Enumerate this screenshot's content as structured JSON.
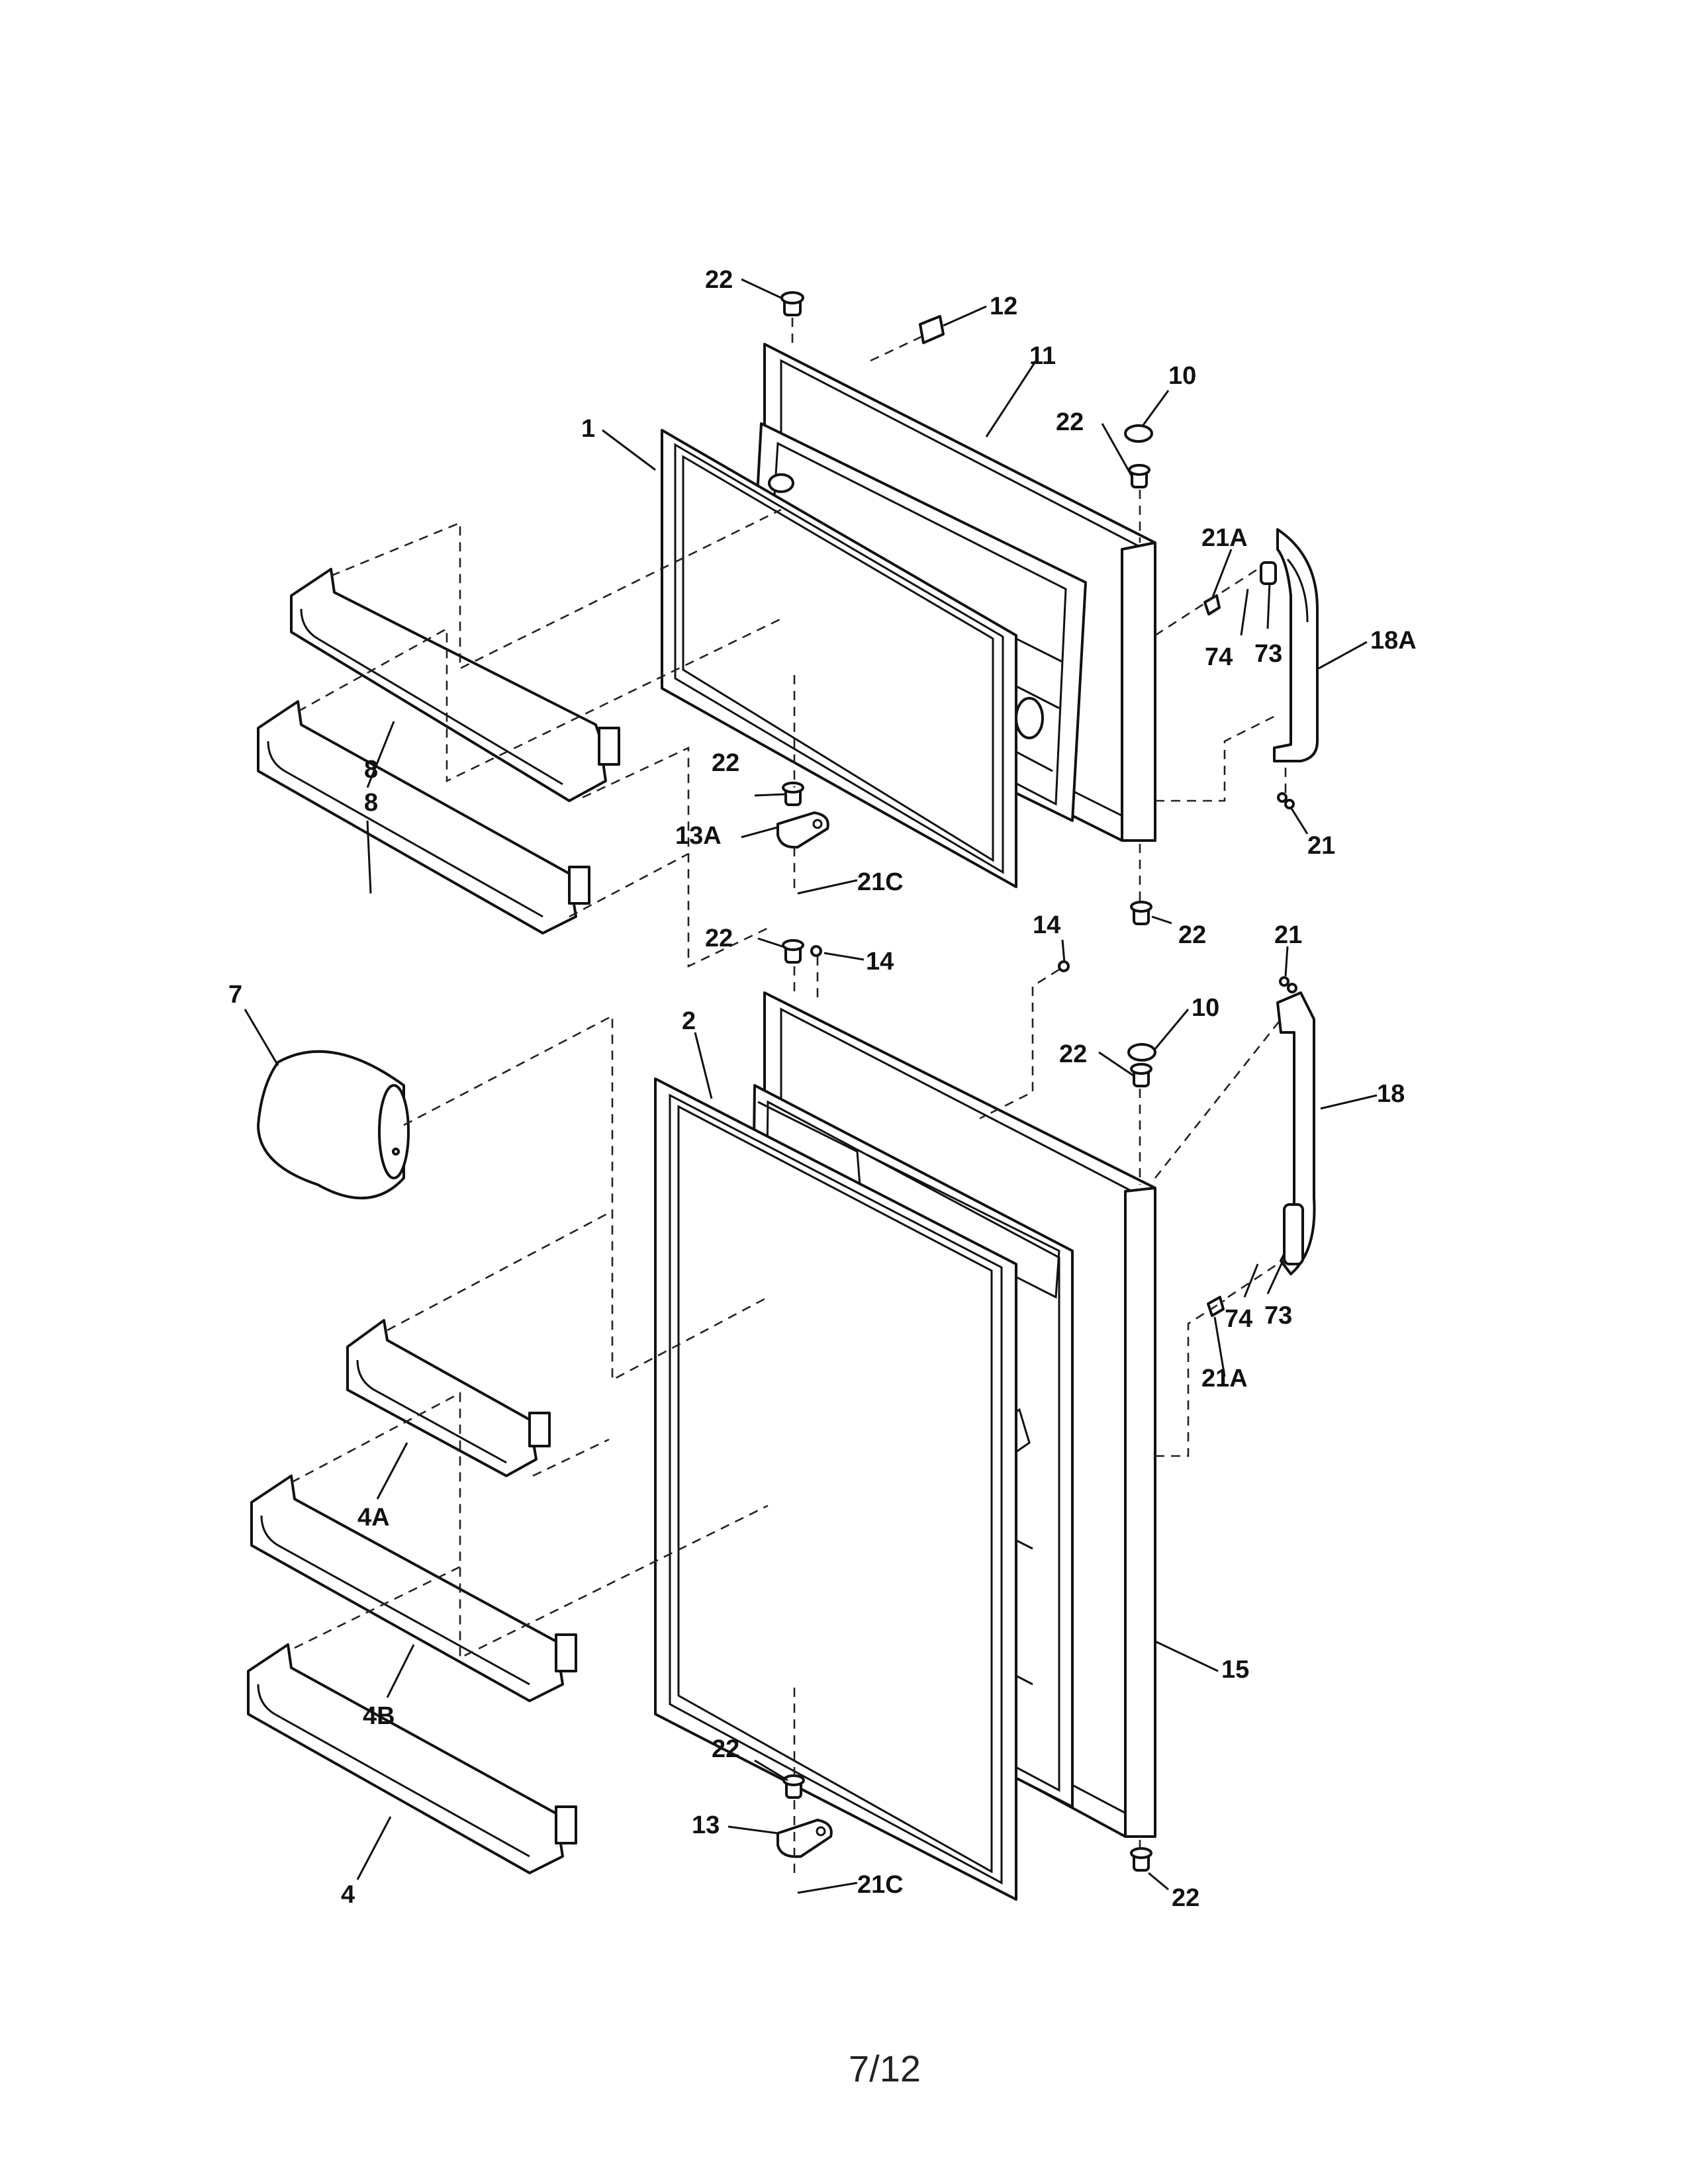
{
  "page": {
    "number": "7/12"
  },
  "callouts": [
    {
      "id": "c-22-a",
      "text": "22"
    },
    {
      "id": "c-12",
      "text": "12"
    },
    {
      "id": "c-11",
      "text": "11"
    },
    {
      "id": "c-10-a",
      "text": "10"
    },
    {
      "id": "c-22-b",
      "text": "22"
    },
    {
      "id": "c-1",
      "text": "1"
    },
    {
      "id": "c-21A-a",
      "text": "21A"
    },
    {
      "id": "c-18A",
      "text": "18A"
    },
    {
      "id": "c-74-a",
      "text": "74"
    },
    {
      "id": "c-73-a",
      "text": "73"
    },
    {
      "id": "c-8-a",
      "text": "8"
    },
    {
      "id": "c-8-b",
      "text": "8"
    },
    {
      "id": "c-22-c",
      "text": "22"
    },
    {
      "id": "c-13A",
      "text": "13A"
    },
    {
      "id": "c-21C-a",
      "text": "21C"
    },
    {
      "id": "c-21-a",
      "text": "21"
    },
    {
      "id": "c-14-a",
      "text": "14"
    },
    {
      "id": "c-22-d",
      "text": "22"
    },
    {
      "id": "c-21-b",
      "text": "21"
    },
    {
      "id": "c-22-e",
      "text": "22"
    },
    {
      "id": "c-14-b",
      "text": "14"
    },
    {
      "id": "c-7",
      "text": "7"
    },
    {
      "id": "c-2",
      "text": "2"
    },
    {
      "id": "c-10-b",
      "text": "10"
    },
    {
      "id": "c-22-f",
      "text": "22"
    },
    {
      "id": "c-18",
      "text": "18"
    },
    {
      "id": "c-74-b",
      "text": "74"
    },
    {
      "id": "c-73-b",
      "text": "73"
    },
    {
      "id": "c-21A-b",
      "text": "21A"
    },
    {
      "id": "c-4A",
      "text": "4A"
    },
    {
      "id": "c-4B",
      "text": "4B"
    },
    {
      "id": "c-15",
      "text": "15"
    },
    {
      "id": "c-22-g",
      "text": "22"
    },
    {
      "id": "c-13",
      "text": "13"
    },
    {
      "id": "c-21C-b",
      "text": "21C"
    },
    {
      "id": "c-4",
      "text": "4"
    },
    {
      "id": "c-22-h",
      "text": "22"
    }
  ]
}
